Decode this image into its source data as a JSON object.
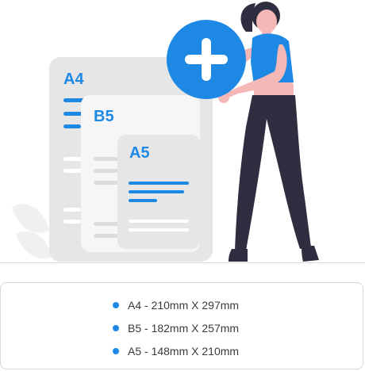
{
  "illustration": {
    "paper_labels": {
      "a4": "A4",
      "b5": "B5",
      "a5": "A5"
    },
    "icons": [
      "plus-circle-icon"
    ],
    "colors": {
      "accent": "#1e88e5",
      "paper": "#e6e6e6",
      "figure_pants": "#2f2e41",
      "skin": "#f6b7b7"
    }
  },
  "legend": {
    "items": [
      {
        "label": "A4 - 210mm X 297mm"
      },
      {
        "label": "B5 - 182mm X 257mm"
      },
      {
        "label": "A5 - 148mm X 210mm"
      }
    ]
  }
}
